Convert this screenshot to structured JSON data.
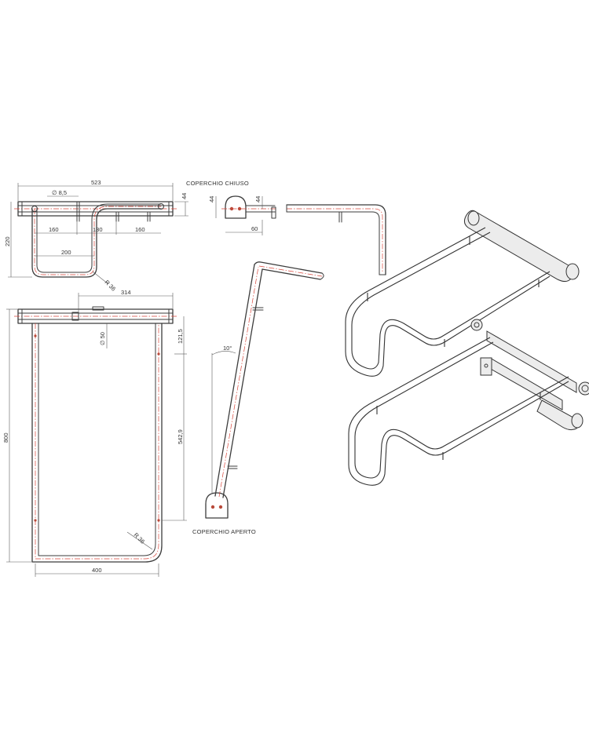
{
  "labels": {
    "closed": "COPERCHIO CHIUSO",
    "open": "COPERCHIO APERTO"
  },
  "dims": {
    "w523": "523",
    "d85": "∅ 8,5",
    "h44a": "44",
    "h44b": "44",
    "w60": "60",
    "h220": "220",
    "w160a": "160",
    "w130": "130",
    "w160b": "160",
    "w200": "200",
    "r36a": "R 36",
    "w314": "314",
    "d50": "∅ 50",
    "h121": "121,5",
    "h800": "800",
    "h542": "542,9",
    "r36b": "R 36",
    "w400": "400",
    "angle": "10°"
  },
  "colors": {
    "line": "#3c3c3c",
    "centerline": "#d9463b",
    "hole": "#b84a3a"
  }
}
